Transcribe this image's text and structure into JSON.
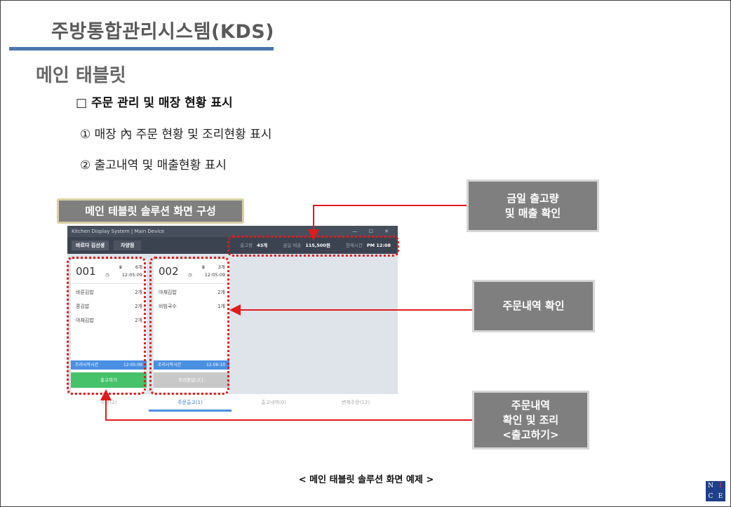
{
  "slide": {
    "title": "주방통합관리시스템(KDS)",
    "subtitle": "메인 태블릿",
    "section": "□ 주문 관리 및 매장 현황 표시",
    "items": [
      "① 매장 內 주문 현황 및 조리현황 표시",
      "② 출고내역 및 매출현황 표시"
    ],
    "badge": "메인 테블릿 솔루션 화면 구성",
    "callouts": {
      "c1": [
        "금일 출고량",
        "및 매출 확인"
      ],
      "c2": [
        "주문내역 확인"
      ],
      "c3": [
        "주문내역",
        "확인 및 조리",
        "<출고하기>"
      ]
    },
    "caption": "< 메인 태블릿 솔루션 화면 예제 >",
    "logo": [
      "N",
      "I",
      "C",
      "E"
    ]
  },
  "app": {
    "window_title": "Kitchen Display System | Main Device",
    "window_controls": "— ☐ ✕",
    "nav_tabs": [
      "바르다 김선생",
      "자양점"
    ],
    "stats": {
      "output_label": "출고량",
      "output_value": "43개",
      "sales_label": "금일 매출",
      "sales_value": "115,500원",
      "time_label": "현재시간",
      "time_value": "PM 12:08"
    },
    "orders": [
      {
        "number": "001",
        "count": "6개",
        "time": "12:05:09",
        "lines": [
          [
            "바른김밥",
            "2개"
          ],
          [
            "콩김밥",
            "2개"
          ],
          [
            "야채김밥",
            "2개"
          ]
        ],
        "start_label": "조리시작시간",
        "start_time": "12:05:09",
        "button": "출고하기"
      },
      {
        "number": "002",
        "count": "3개",
        "time": "12:05:09",
        "lines": [
          [
            "야채김밥",
            "2개"
          ],
          [
            "비빔국수",
            "1개"
          ]
        ],
        "start_label": "조리시작시간",
        "start_time": "12:06:10",
        "button": "조리중입니다."
      }
    ],
    "bottom_tabs": [
      "주문(2)",
      "주문출고(1)",
      "출고내역(0)",
      "변제주문(12)"
    ]
  },
  "colors": {
    "title_bar": "#4a77ac",
    "callout_bg": "#7f7f7f",
    "highlight": "#e01b1b",
    "app_dark": "#3c4350",
    "accent_blue": "#4a90e2",
    "accent_green": "#46c36a"
  }
}
